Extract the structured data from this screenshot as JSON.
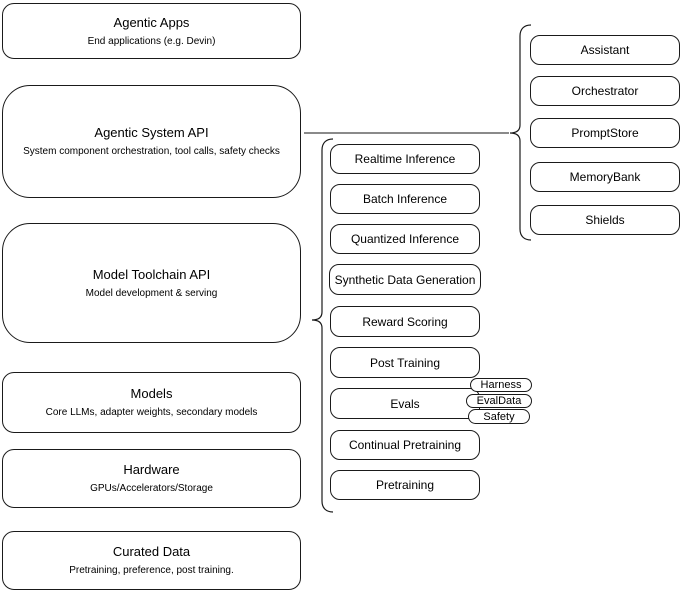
{
  "diagram": {
    "background": "#ffffff",
    "stroke_color": "#000000",
    "left_stack": [
      {
        "title": "Agentic Apps",
        "subtitle": "End applications (e.g. Devin)"
      },
      {
        "title": "Agentic System API",
        "subtitle": "System component orchestration, tool calls, safety checks"
      },
      {
        "title": "Model Toolchain API",
        "subtitle": "Model development & serving"
      },
      {
        "title": "Models",
        "subtitle": "Core LLMs, adapter weights, secondary models"
      },
      {
        "title": "Hardware",
        "subtitle": "GPUs/Accelerators/Storage"
      },
      {
        "title": "Curated Data",
        "subtitle": "Pretraining, preference, post training."
      }
    ],
    "toolchain_services": [
      "Realtime Inference",
      "Batch Inference",
      "Quantized Inference",
      "Synthetic Data Generation",
      "Reward Scoring",
      "Post Training",
      "Evals",
      "Continual Pretraining",
      "Pretraining"
    ],
    "eval_tags": [
      "Harness",
      "EvalData",
      "Safety"
    ],
    "system_components": [
      "Assistant",
      "Orchestrator",
      "PromptStore",
      "MemoryBank",
      "Shields"
    ]
  }
}
